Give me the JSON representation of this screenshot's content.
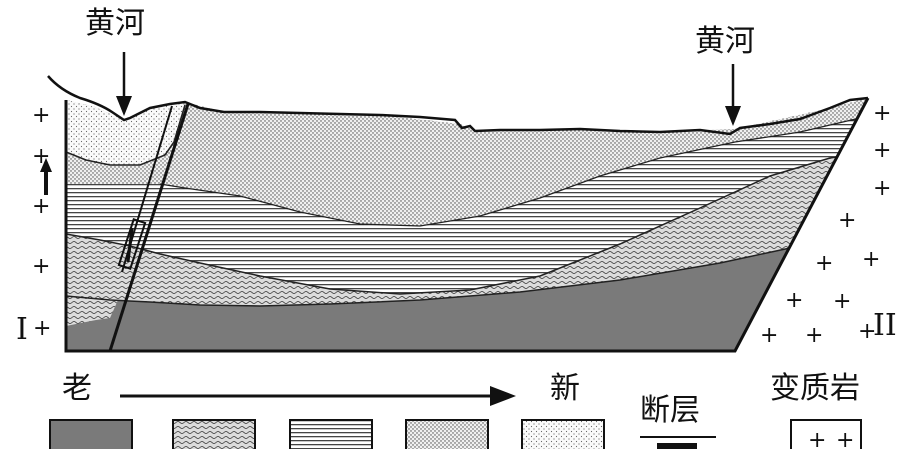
{
  "labels": {
    "river_left": "黄河",
    "river_right": "黄河",
    "block_left": "I",
    "block_right": "II",
    "old": "老",
    "new": "新",
    "fault": "断层",
    "metamorphic": "变质岩"
  },
  "plus_glyph": "+",
  "legend": {
    "strata": [
      {
        "name": "oldest-stratum",
        "pattern": "dark-solid"
      },
      {
        "name": "second-stratum",
        "pattern": "wavy"
      },
      {
        "name": "third-stratum",
        "pattern": "horizontal-lines"
      },
      {
        "name": "fourth-stratum",
        "pattern": "dense-dots"
      },
      {
        "name": "youngest-stratum",
        "pattern": "fine-dots"
      }
    ],
    "fault_symbol": "fault-bar",
    "metamorphic_symbol": "plus-box"
  },
  "colors": {
    "dark_stratum": "#7a7a7a",
    "ink": "#111111",
    "paper": "#ffffff"
  }
}
